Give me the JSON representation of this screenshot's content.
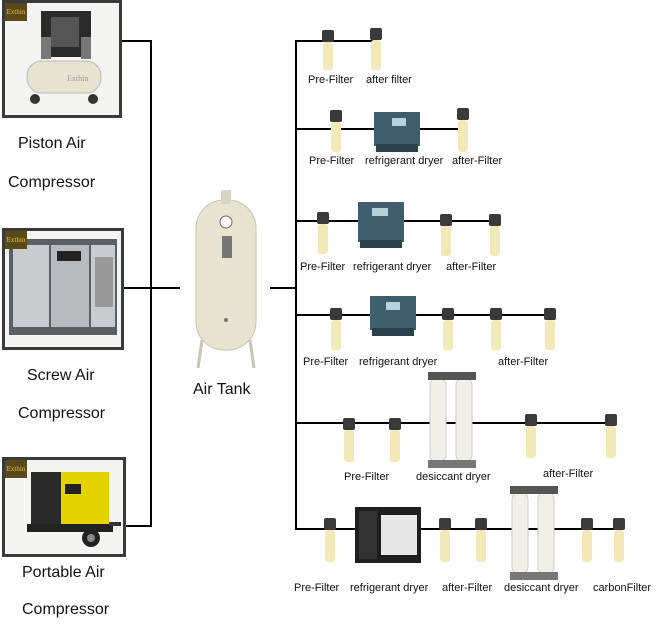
{
  "equipment": [
    {
      "brand": "Exthin",
      "line1": "Piston Air",
      "line2": "Compressor"
    },
    {
      "brand": "Exthin",
      "line1": "Screw Air",
      "line2": "Compressor"
    },
    {
      "brand": "Exthin",
      "line1": "Portable Air",
      "line2": "Compressor"
    }
  ],
  "tank": {
    "label": "Air Tank"
  },
  "rows": [
    {
      "labels": [
        "Pre-Filter",
        "after filter"
      ]
    },
    {
      "labels": [
        "Pre-Filter",
        "refrigerant dryer",
        "after-Filter"
      ]
    },
    {
      "labels": [
        "Pre-Filter",
        "refrigerant dryer",
        "after-Filter"
      ]
    },
    {
      "labels": [
        "Pre-Filter",
        "refrigerant dryer",
        "after-Filter"
      ]
    },
    {
      "labels": [
        "Pre-Filter",
        "desiccant dryer",
        "after-Filter"
      ]
    },
    {
      "labels": [
        "Pre-Filter",
        "refrigerant dryer",
        "after-Filter",
        "desiccant dryer",
        "carbonFilter"
      ]
    }
  ],
  "colors": {
    "line": "#000000",
    "frame": "#3a3a3a",
    "tank": "#e6e4d0",
    "filterCap": "#3a3a3a",
    "filterBody": "#f3e9b8",
    "dryer": "#3f5f6f",
    "desiccant": "#f0efe8"
  }
}
